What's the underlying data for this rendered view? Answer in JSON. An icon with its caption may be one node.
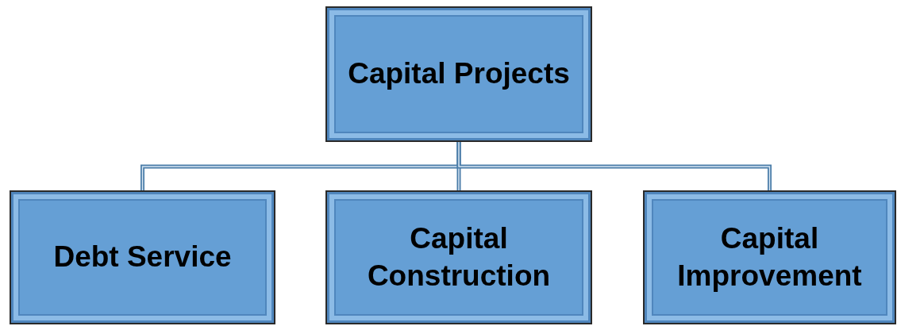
{
  "diagram": {
    "nodes": [
      {
        "text": [
          "Capital Projects"
        ]
      },
      {
        "text": [
          "Debt Service"
        ]
      },
      {
        "text": [
          "Capital Construction"
        ]
      },
      {
        "text": [
          "Capital Improvement"
        ]
      }
    ],
    "edges": [
      {
        "from": 0,
        "to": 1,
        "arrow": "none"
      },
      {
        "from": 0,
        "to": 2,
        "arrow": "none"
      },
      {
        "from": 0,
        "to": 3,
        "arrow": "none"
      }
    ]
  }
}
